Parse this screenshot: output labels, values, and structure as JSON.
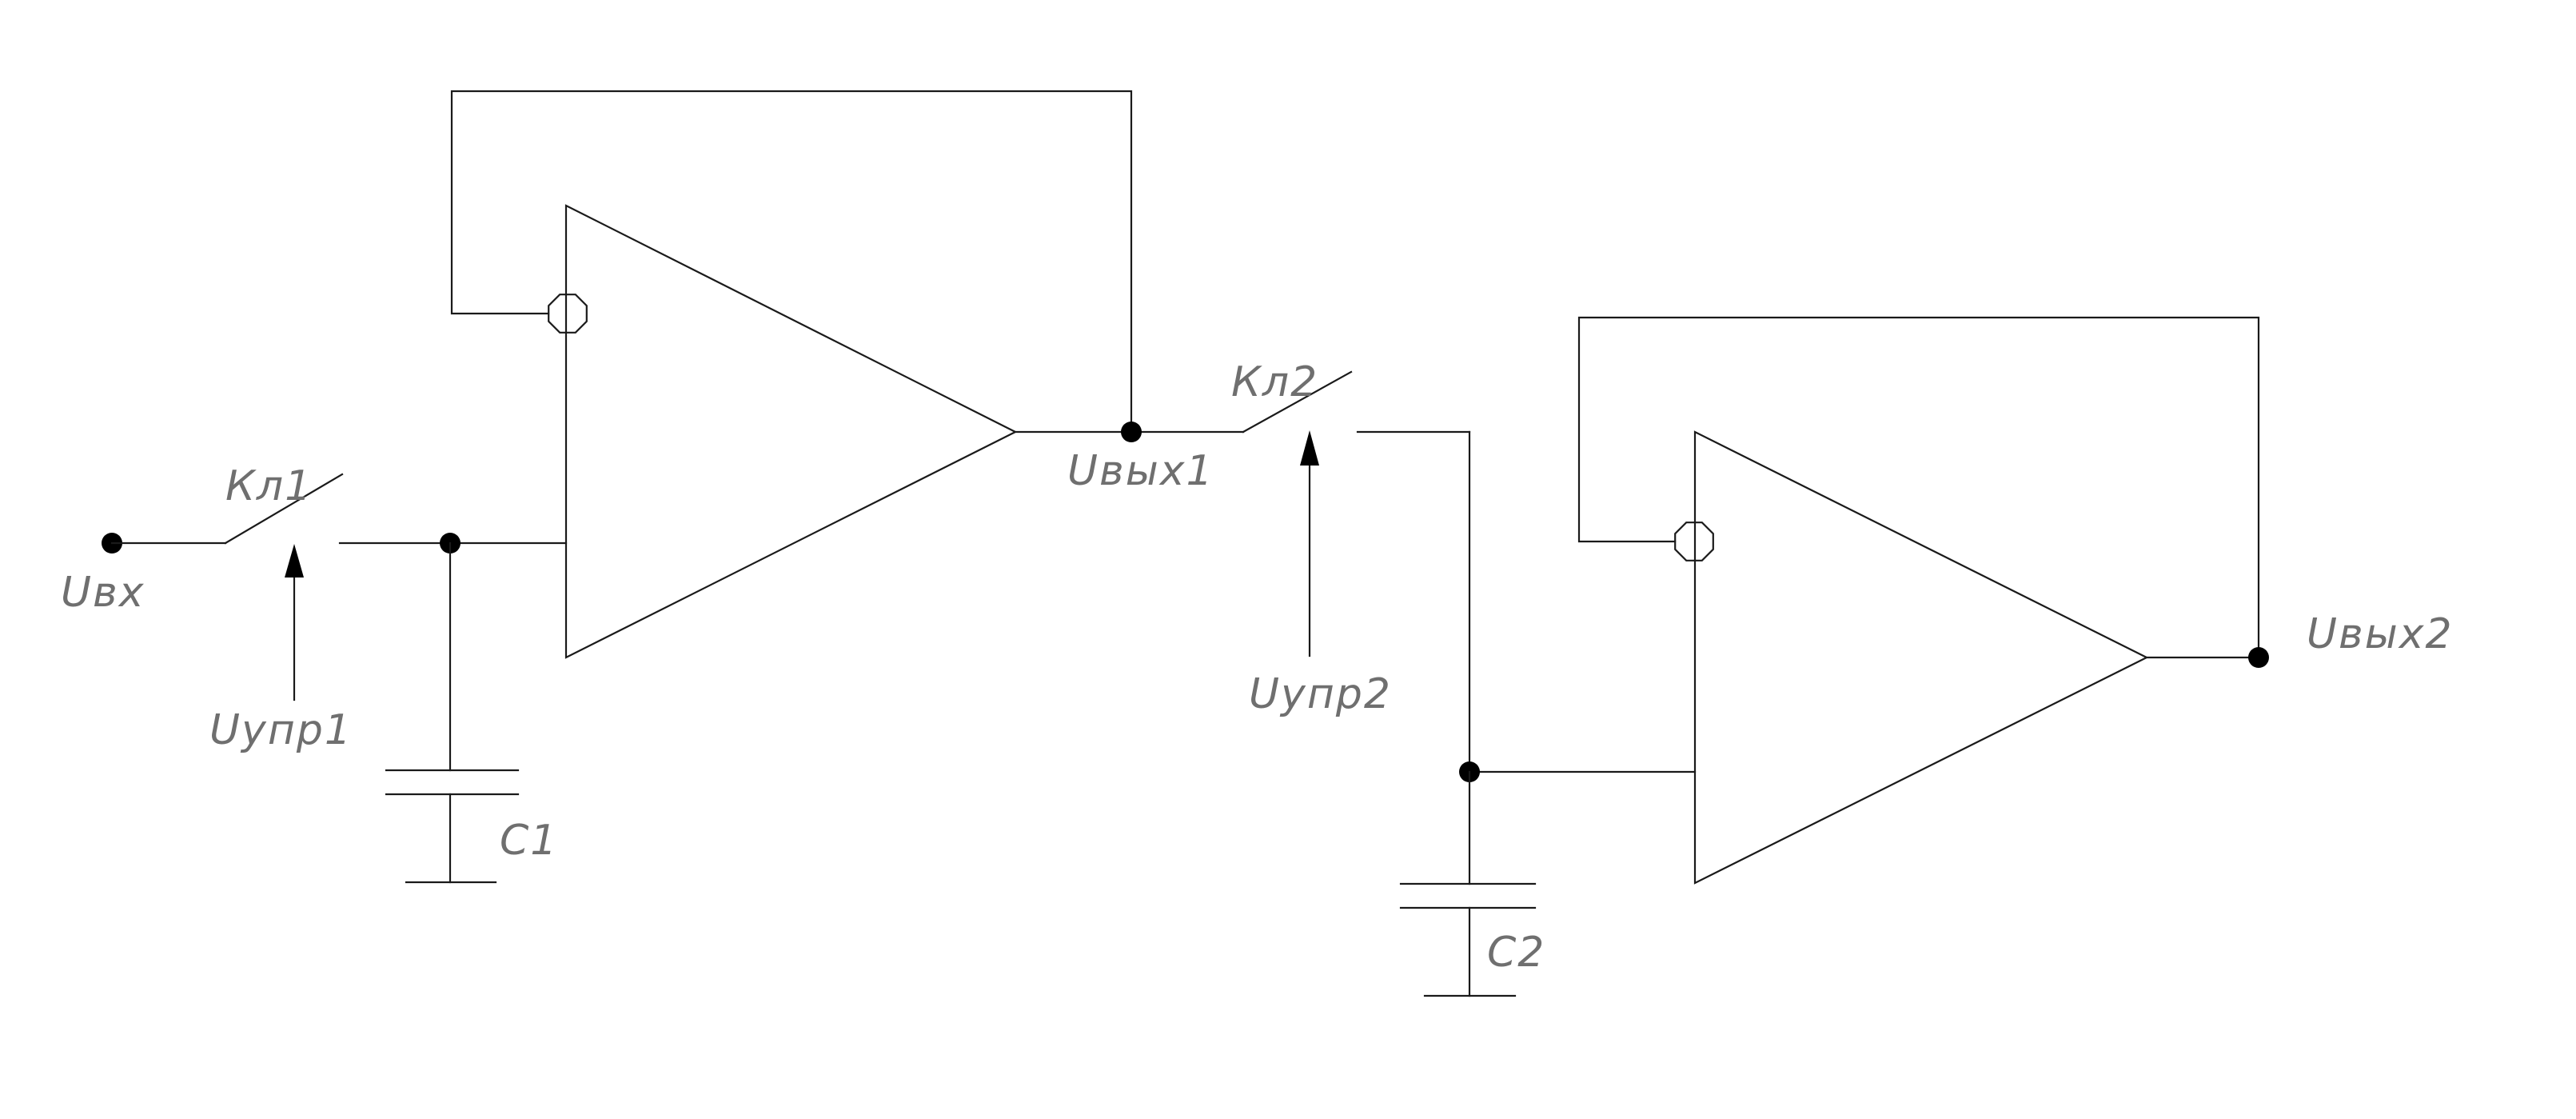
{
  "labels": {
    "input_voltage": "Uвх",
    "switch1": "Кл1",
    "switch2": "Кл2",
    "control1": "Uупр1",
    "control2": "Uупр2",
    "output1": "Uвых1",
    "output2": "Uвых2",
    "cap1": "C1",
    "cap2": "C2"
  },
  "colors": {
    "wire": "#1a1a1a",
    "text": "#6f6f6f",
    "background": "#ffffff"
  }
}
